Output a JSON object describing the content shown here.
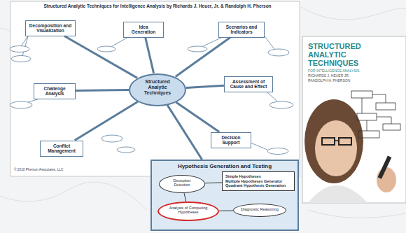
{
  "diagram": {
    "title": "Structured Analytic Techniques for Intelligence Analysis by Richards J. Heuer, Jr. & Randolph H. Pherson",
    "nodes": [
      {
        "text": [
          "Structured Analytic Techniques"
        ]
      },
      {
        "text": [
          "Decomposition and Visualization"
        ]
      },
      {
        "text": [
          "Idea Generation"
        ]
      },
      {
        "text": [
          "Scenarios and Indicators"
        ]
      },
      {
        "text": [
          "Challenge Analysis"
        ]
      },
      {
        "text": [
          "Assessment of Cause and Effect"
        ]
      },
      {
        "text": [
          "Conflict Management"
        ]
      },
      {
        "text": [
          "Decision Support"
        ]
      },
      {
        "text": [
          "Hypothesis Generation and Testing"
        ]
      },
      {
        "text": [
          "Deception Detection"
        ],
        "in": 8
      },
      {
        "text": [
          "Simple Hypotheses",
          "Multiple Hypotheses Generator",
          "Quadrant Hypothesis Generation"
        ],
        "in": 8
      },
      {
        "text": [
          "Analysis of Competing Hypotheses"
        ],
        "in": 8
      },
      {
        "text": [
          "Diagnostic Reasoning"
        ],
        "in": 8
      },
      {
        "text": [
          "STRUCTURED ANALYTIC TECHNIQUES",
          "FOR INTELLIGENCE ANALYSIS",
          "RICHARDS J. HEUER JR.",
          "RANDOLPH H. PHERSON"
        ]
      }
    ],
    "edges": [
      {
        "from": 0,
        "to": 1,
        "arrow": "none"
      },
      {
        "from": 0,
        "to": 2,
        "arrow": "none"
      },
      {
        "from": 0,
        "to": 3,
        "arrow": "none"
      },
      {
        "from": 0,
        "to": 4,
        "arrow": "none"
      },
      {
        "from": 0,
        "to": 5,
        "arrow": "none"
      },
      {
        "from": 0,
        "to": 6,
        "arrow": "none"
      },
      {
        "from": 0,
        "to": 7,
        "arrow": "none"
      },
      {
        "from": 0,
        "to": 8,
        "arrow": "none"
      },
      {
        "from": 9,
        "to": 10,
        "arrow": "none"
      },
      {
        "from": 9,
        "to": 11,
        "arrow": "none"
      },
      {
        "from": 11,
        "to": 12,
        "arrow": "none"
      }
    ],
    "labels": [
      "© 2010 Pherson Associates, LLC"
    ]
  }
}
